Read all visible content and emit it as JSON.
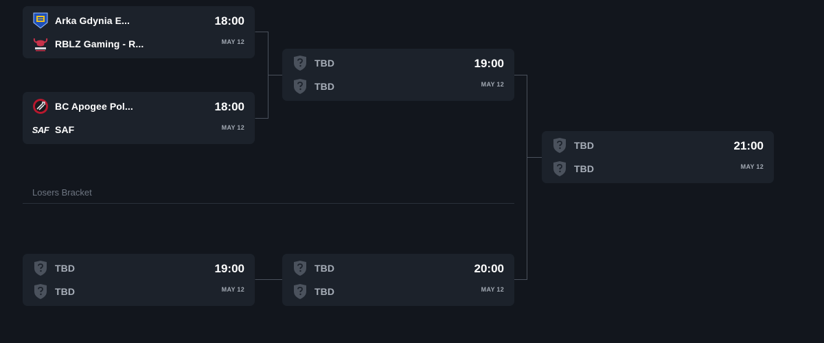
{
  "bracket": {
    "losers_label": "Losers Bracket",
    "matches": {
      "wb_r1_m1": {
        "team1": {
          "name": "Arka Gdynia E...",
          "logo": "arka-gdynia-crest"
        },
        "team2": {
          "name": "RBLZ Gaming - R...",
          "logo": "rblz-bull-logo"
        },
        "time": "18:00",
        "date": "MAY 12"
      },
      "wb_r1_m2": {
        "team1": {
          "name": "BC Apogee Pol...",
          "logo": "bc-apogee-logo"
        },
        "team2": {
          "name": "SAF",
          "logo": "saf-logo",
          "logo_text": "SAF"
        },
        "time": "18:00",
        "date": "MAY 12"
      },
      "wb_r2": {
        "team1": {
          "name": "TBD",
          "logo": "tbd-shield-icon"
        },
        "team2": {
          "name": "TBD",
          "logo": "tbd-shield-icon"
        },
        "time": "19:00",
        "date": "MAY 12"
      },
      "final": {
        "team1": {
          "name": "TBD",
          "logo": "tbd-shield-icon"
        },
        "team2": {
          "name": "TBD",
          "logo": "tbd-shield-icon"
        },
        "time": "21:00",
        "date": "MAY 12"
      },
      "lb_r1": {
        "team1": {
          "name": "TBD",
          "logo": "tbd-shield-icon"
        },
        "team2": {
          "name": "TBD",
          "logo": "tbd-shield-icon"
        },
        "time": "19:00",
        "date": "MAY 12"
      },
      "lb_r2": {
        "team1": {
          "name": "TBD",
          "logo": "tbd-shield-icon"
        },
        "team2": {
          "name": "TBD",
          "logo": "tbd-shield-icon"
        },
        "time": "20:00",
        "date": "MAY 12"
      }
    }
  },
  "colors": {
    "background": "#12161d",
    "card": "#1c222b",
    "connector": "#4a515c",
    "tbd_icon": "#4b525d",
    "arka_blue": "#1e4fb8",
    "arka_yellow": "#f2c31a",
    "rblz_red": "#c8324a",
    "apogee_red": "#b8182e"
  }
}
